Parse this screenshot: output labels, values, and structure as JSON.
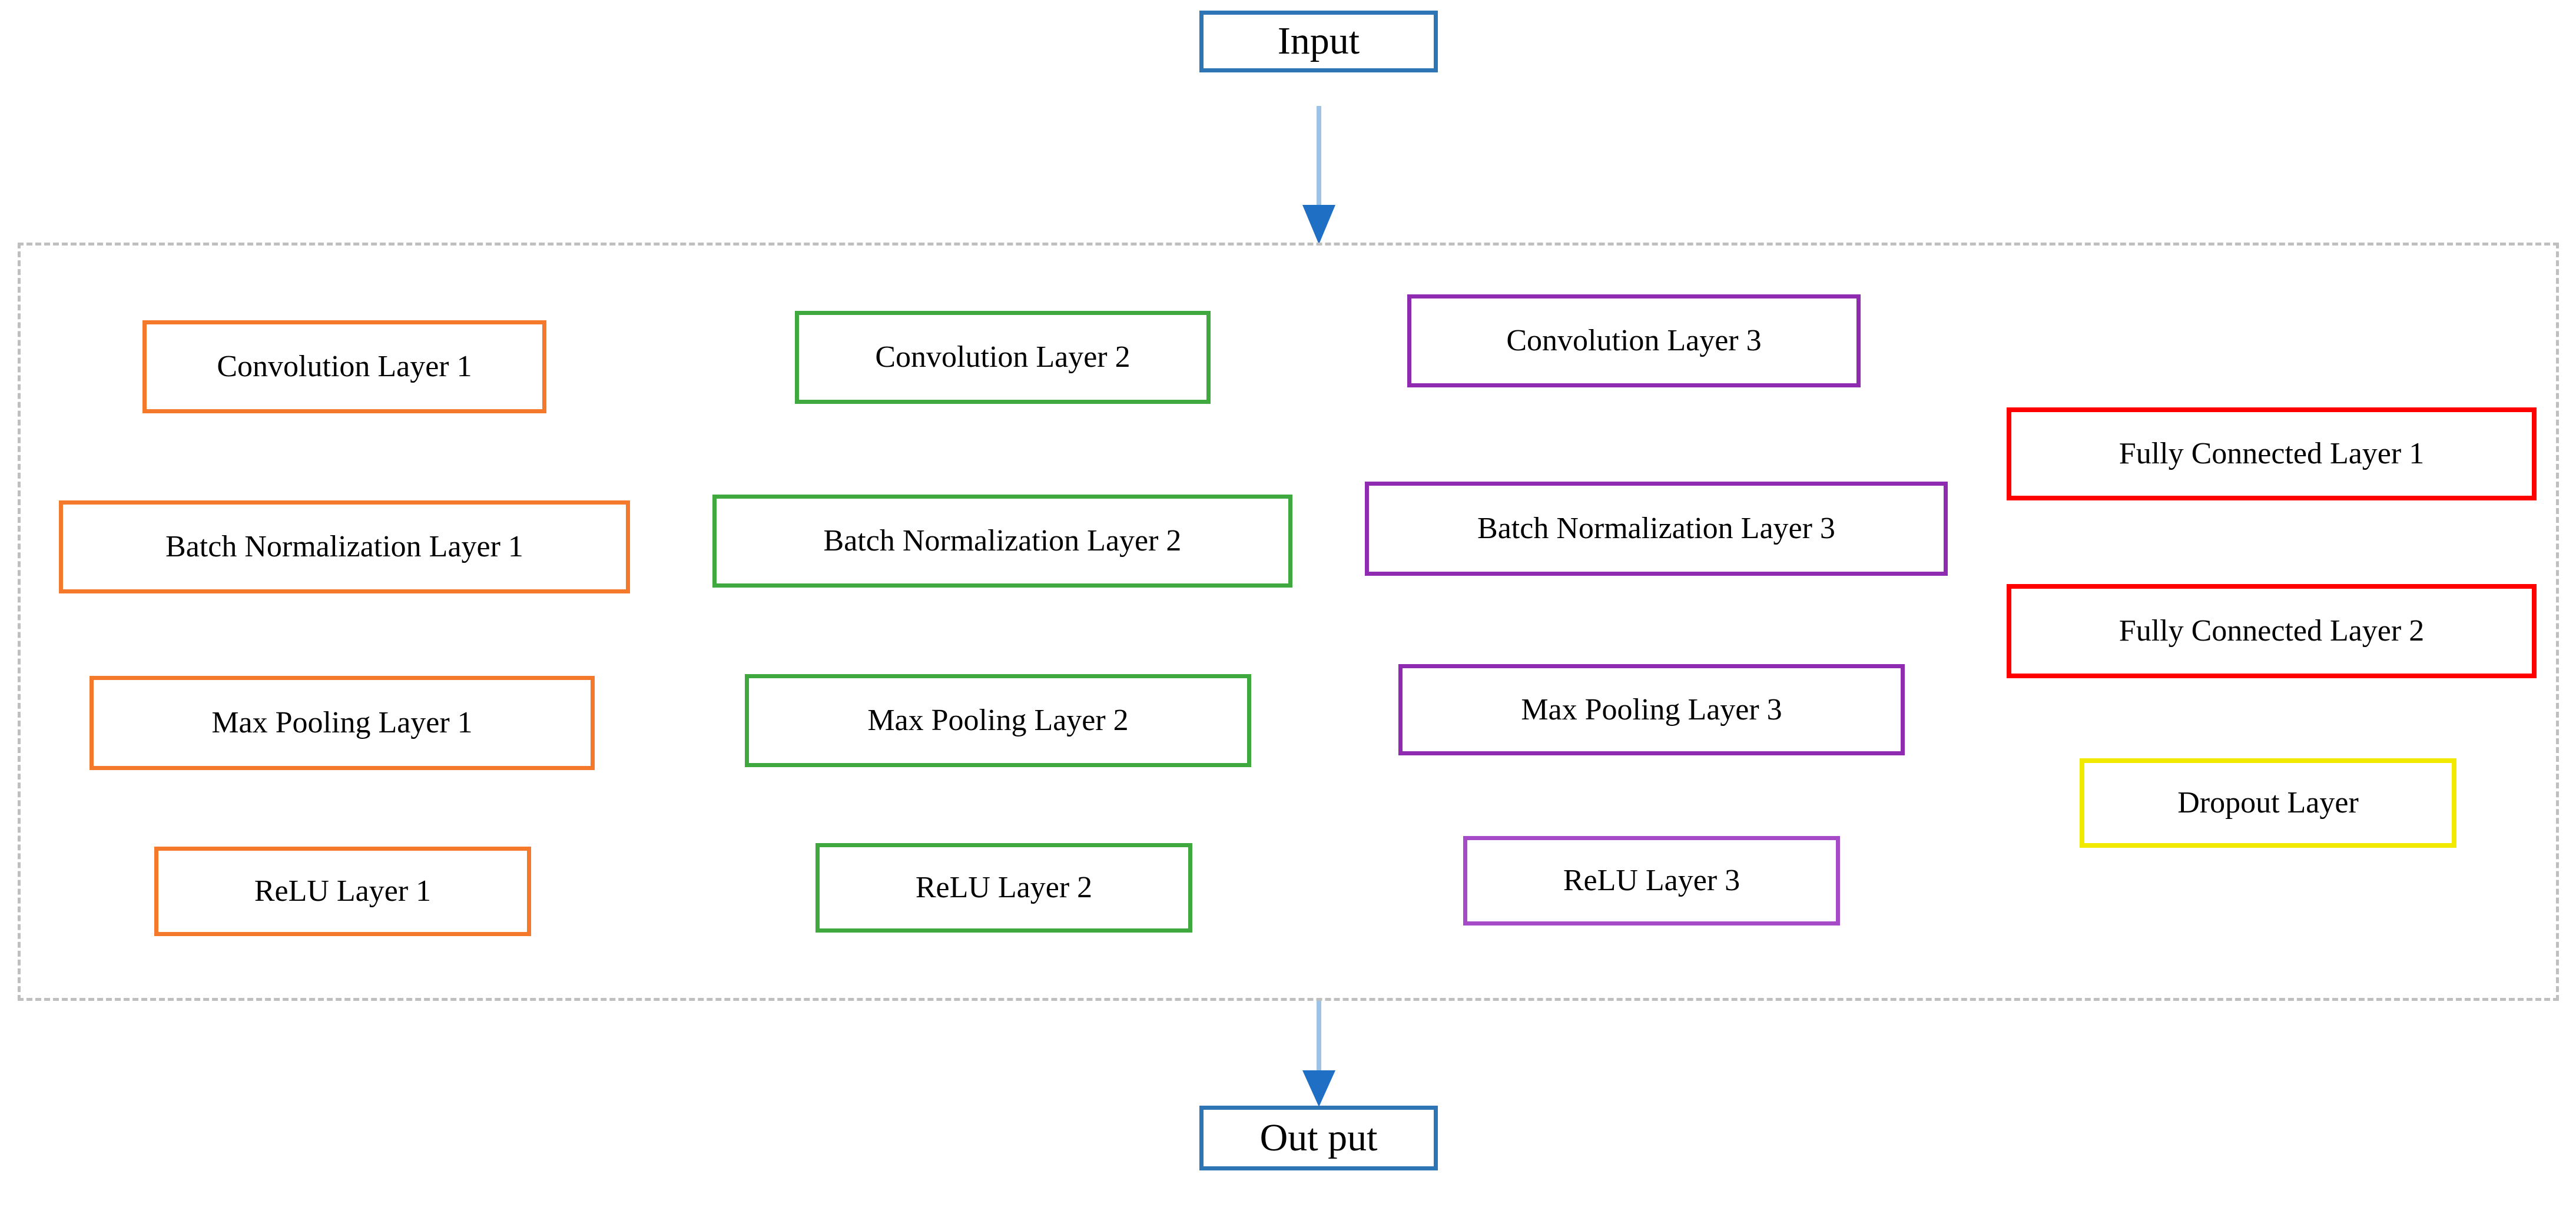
{
  "diagram": {
    "title": "CNN Architecture Block Diagram",
    "background_color": "#FFFFFF",
    "io_border_color": "#2E75B6",
    "group_border_color": "#BFBFBF",
    "arrow_line_color": "#9DC3E6",
    "arrow_head_color": "#1F6FC4"
  },
  "input_node": {
    "label": "Input"
  },
  "output_node": {
    "label": "Out put"
  },
  "group": {
    "label": ""
  },
  "columns": [
    {
      "name": "stage-1",
      "color": "#F4792B",
      "nodes": [
        {
          "label": "Convolution Layer 1"
        },
        {
          "label": "Batch Normalization Layer 1"
        },
        {
          "label": "Max Pooling Layer 1"
        },
        {
          "label": "ReLU Layer 1"
        }
      ]
    },
    {
      "name": "stage-2",
      "color": "#3FA93F",
      "nodes": [
        {
          "label": "Convolution Layer 2"
        },
        {
          "label": "Batch Normalization Layer 2"
        },
        {
          "label": "Max Pooling Layer 2"
        },
        {
          "label": "ReLU Layer 2"
        }
      ]
    },
    {
      "name": "stage-3",
      "color": "#8E2BB0",
      "nodes": [
        {
          "label": "Convolution Layer 3"
        },
        {
          "label": "Batch Normalization Layer 3"
        },
        {
          "label": "Max Pooling Layer 3"
        },
        {
          "label": "ReLU Layer 3"
        }
      ]
    },
    {
      "name": "stage-4",
      "color": "#FF0000",
      "nodes": [
        {
          "label": "Fully Connected Layer 1"
        },
        {
          "label": "Fully Connected Layer 2"
        },
        {
          "label": "Dropout Layer"
        }
      ]
    }
  ],
  "arrows": [
    {
      "name": "input-to-group",
      "direction": "down"
    },
    {
      "name": "group-to-output",
      "direction": "down"
    }
  ]
}
